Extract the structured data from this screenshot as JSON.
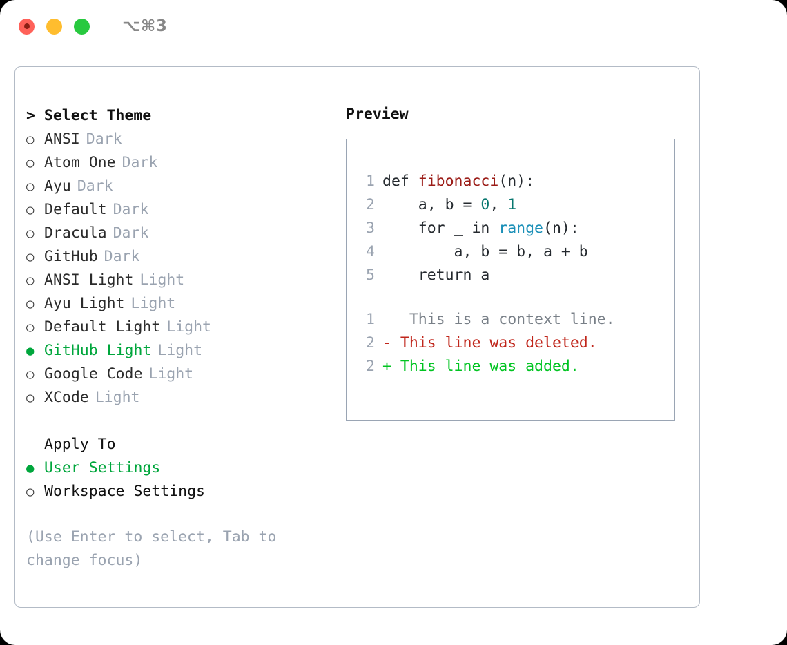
{
  "titlebar": {
    "shortcut": "⌥⌘3",
    "dots": [
      {
        "name": "close",
        "color": "#ff6159"
      },
      {
        "name": "minimize",
        "color": "#ffbd2e"
      },
      {
        "name": "maximize",
        "color": "#28c93f"
      }
    ]
  },
  "theme_list": {
    "header": "> Select Theme",
    "selected_marker": "●",
    "unselected_marker": "○",
    "items": [
      {
        "label": "ANSI",
        "tag": "Dark",
        "selected": false
      },
      {
        "label": "Atom One",
        "tag": "Dark",
        "selected": false
      },
      {
        "label": "Ayu",
        "tag": "Dark",
        "selected": false
      },
      {
        "label": "Default",
        "tag": "Dark",
        "selected": false
      },
      {
        "label": "Dracula",
        "tag": "Dark",
        "selected": false
      },
      {
        "label": "GitHub",
        "tag": "Dark",
        "selected": false
      },
      {
        "label": "ANSI Light",
        "tag": "Light",
        "selected": false
      },
      {
        "label": "Ayu Light",
        "tag": "Light",
        "selected": false
      },
      {
        "label": "Default Light",
        "tag": "Light",
        "selected": false
      },
      {
        "label": "GitHub Light",
        "tag": "Light",
        "selected": true
      },
      {
        "label": "Google Code",
        "tag": "Light",
        "selected": false
      },
      {
        "label": "XCode",
        "tag": "Light",
        "selected": false
      }
    ]
  },
  "apply_to": {
    "header": "Apply To",
    "items": [
      {
        "label": "User Settings",
        "selected": true
      },
      {
        "label": "Workspace Settings",
        "selected": false
      }
    ]
  },
  "hint": "(Use Enter to select, Tab to change focus)",
  "preview": {
    "title": "Preview",
    "code_lines": [
      {
        "number": "1",
        "tokens": [
          {
            "text": "def ",
            "type": "def"
          },
          {
            "text": "fibonacci",
            "type": "fn"
          },
          {
            "text": "(n):",
            "type": "plain"
          }
        ]
      },
      {
        "number": "2",
        "tokens": [
          {
            "text": "    a, b = ",
            "type": "plain"
          },
          {
            "text": "0",
            "type": "num"
          },
          {
            "text": ", ",
            "type": "plain"
          },
          {
            "text": "1",
            "type": "num"
          }
        ]
      },
      {
        "number": "3",
        "tokens": [
          {
            "text": "    for _ in ",
            "type": "plain"
          },
          {
            "text": "range",
            "type": "call"
          },
          {
            "text": "(n):",
            "type": "plain"
          }
        ]
      },
      {
        "number": "4",
        "tokens": [
          {
            "text": "        a, b = b, a + b",
            "type": "plain"
          }
        ]
      },
      {
        "number": "5",
        "tokens": [
          {
            "text": "    return a",
            "type": "plain"
          }
        ]
      }
    ],
    "diff_lines": [
      {
        "number": "1",
        "marker": " ",
        "text": "  This is a context line.",
        "type": "context"
      },
      {
        "number": "2",
        "marker": "-",
        "text": " This line was deleted.",
        "type": "deleted"
      },
      {
        "number": "2",
        "marker": "+",
        "text": " This line was added.",
        "type": "added"
      }
    ]
  },
  "colors": {
    "accent_green": "#00a63c",
    "muted_gray": "#9aa3b0",
    "border": "#b3bbc6",
    "diff_added": "#00c421",
    "diff_deleted": "#c0261b",
    "token_function": "#9b1c17",
    "token_number": "#08776f",
    "token_call": "#1b90b8"
  }
}
